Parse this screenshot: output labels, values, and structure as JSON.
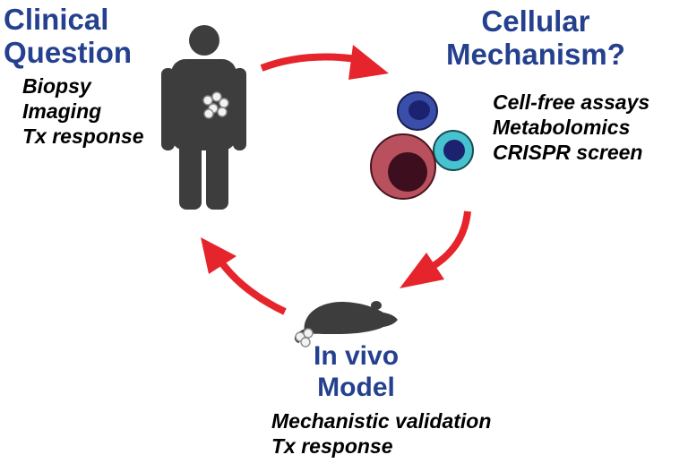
{
  "colors": {
    "heading": "#24408e",
    "arrow": "#e5242b",
    "silhouette": "#3d3d3d",
    "cell_blue_outer": "#3a4faa",
    "cell_blue_nucleus": "#1b2270",
    "cell_teal_outer": "#47c3cf",
    "cell_teal_nucleus": "#1b2270",
    "cell_red_outer": "#b8505e",
    "cell_red_nucleus": "#3d0f1e"
  },
  "icons": [
    "human-figure-icon",
    "tumor-cluster-icon",
    "cell-cluster-icon",
    "mouse-icon"
  ],
  "clinical": {
    "title_line1": "Clinical",
    "title_line2": "Question",
    "items": [
      "Biopsy",
      "Imaging",
      "Tx response"
    ]
  },
  "cellular": {
    "title_line1": "Cellular",
    "title_line2": "Mechanism?",
    "items": [
      "Cell-free assays",
      "Metabolomics",
      "CRISPR screen"
    ]
  },
  "invivo": {
    "title_line1": "In vivo",
    "title_line2": "Model",
    "items": [
      "Mechanistic validation",
      "Tx response"
    ]
  }
}
